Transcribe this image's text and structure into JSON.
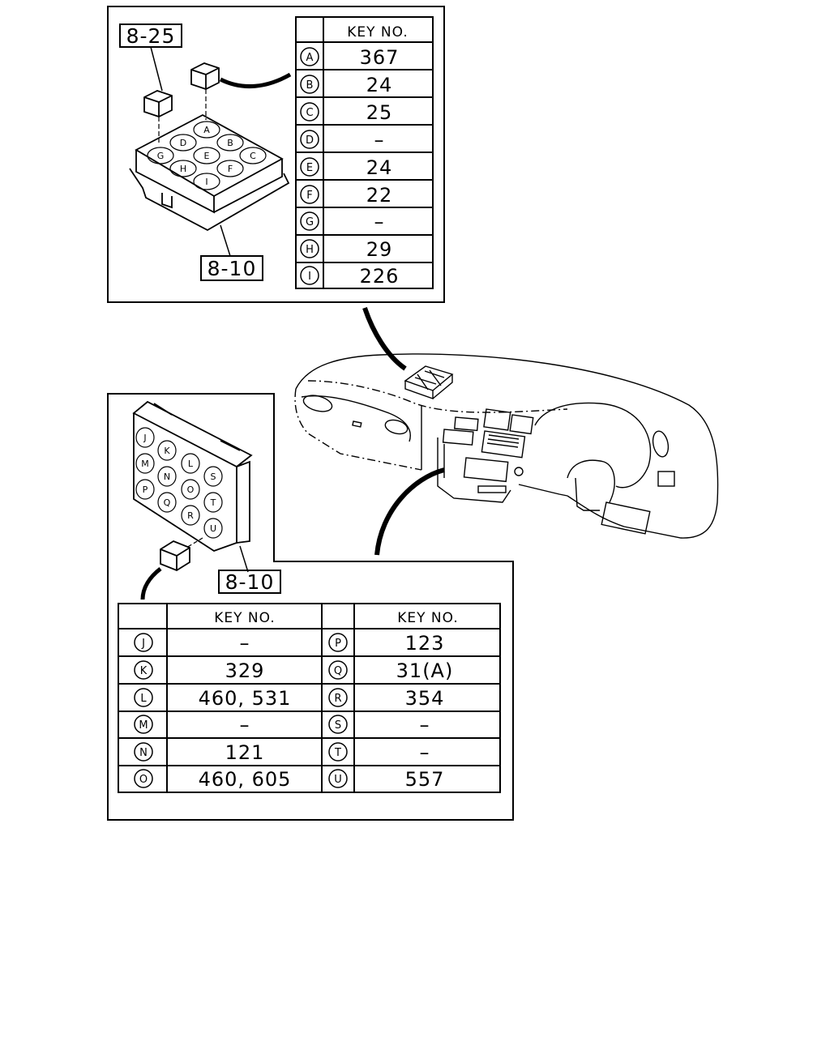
{
  "top_panel": {
    "ref_upper": "8-25",
    "ref_lower": "8-10",
    "header": "KEY NO.",
    "rows": [
      {
        "id": "A",
        "value": "367"
      },
      {
        "id": "B",
        "value": "24"
      },
      {
        "id": "C",
        "value": "25"
      },
      {
        "id": "D",
        "value": "–"
      },
      {
        "id": "E",
        "value": "24"
      },
      {
        "id": "F",
        "value": "22"
      },
      {
        "id": "G",
        "value": "–"
      },
      {
        "id": "H",
        "value": "29"
      },
      {
        "id": "I",
        "value": "226"
      }
    ]
  },
  "bottom_panel": {
    "ref": "8-10",
    "left_header": "KEY NO.",
    "right_header": "KEY NO.",
    "left_rows": [
      {
        "id": "J",
        "value": "–"
      },
      {
        "id": "K",
        "value": "329"
      },
      {
        "id": "L",
        "value": "460, 531"
      },
      {
        "id": "M",
        "value": "–"
      },
      {
        "id": "N",
        "value": "121"
      },
      {
        "id": "O",
        "value": "460, 605"
      }
    ],
    "right_rows": [
      {
        "id": "P",
        "value": "123"
      },
      {
        "id": "Q",
        "value": "31(A)"
      },
      {
        "id": "R",
        "value": "354"
      },
      {
        "id": "S",
        "value": "–"
      },
      {
        "id": "T",
        "value": "–"
      },
      {
        "id": "U",
        "value": "557"
      }
    ]
  }
}
